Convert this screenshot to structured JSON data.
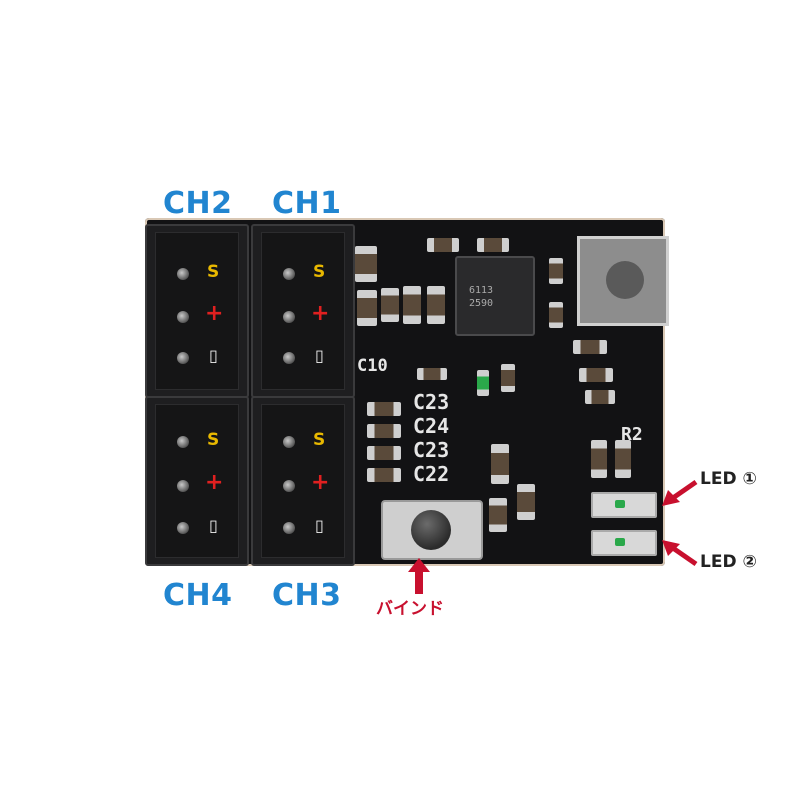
{
  "labels": {
    "ch1": "CH1",
    "ch2": "CH2",
    "ch3": "CH3",
    "ch4": "CH4",
    "led1": "LED ①",
    "led2": "LED ②",
    "bind": "バインド"
  },
  "pin_marks": {
    "signal": "S",
    "plus": "+",
    "minus": "▯"
  },
  "silkscreen": {
    "c10": "C10",
    "c23": "C23",
    "c24": "C24",
    "c23b": "C23",
    "c22": "C22",
    "r2": "R2",
    "chip_mark": "6113 2590"
  },
  "colors": {
    "channel_label": "#2185d0",
    "arrow": "#c8102e",
    "board": "#121214",
    "signal_mark": "#e8b800",
    "plus_mark": "#e02020"
  }
}
